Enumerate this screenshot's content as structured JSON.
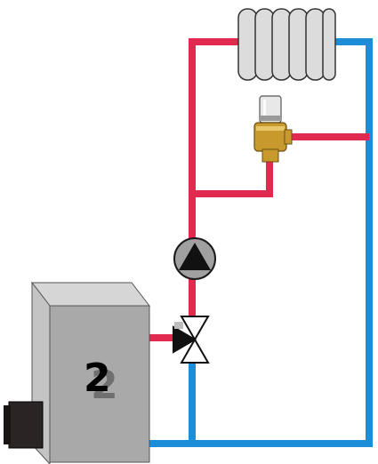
{
  "diagram": {
    "boiler_label": "2",
    "colors": {
      "supply_pipe": "#e2294f",
      "return_pipe": "#1c8ed8",
      "pipe_outline": "#1a1a1a",
      "radiator": "#dcdcdc",
      "boiler_front": "#a9a9a9",
      "boiler_side": "#c4c4c4",
      "boiler_top": "#d6d6d6",
      "burner_box": "#2a2424",
      "pump_body": "#a0a0a0",
      "valve_brass": "#c89a2e",
      "valve_cap": "#e8e8e8"
    },
    "components": {
      "boiler": "boiler",
      "radiator": "radiator",
      "pump": "circulation-pump",
      "mixing_valve": "three-way-mixing-valve",
      "bypass_valve": "bypass-valve"
    }
  }
}
